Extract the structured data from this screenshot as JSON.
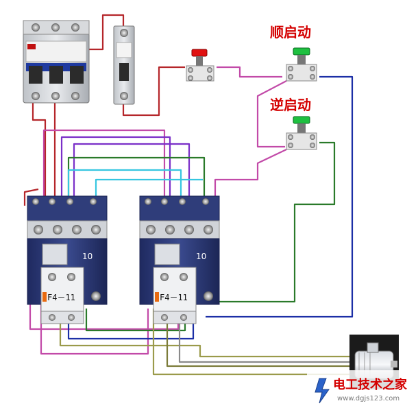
{
  "labels": {
    "forward_start": "顺启动",
    "reverse_start": "逆启动",
    "contactor_left_number": "10",
    "contactor_right_number": "10",
    "aux_block_left": "F4－11",
    "aux_block_right": "F4－11",
    "watermark_name": "电工技术之家",
    "watermark_url": "www.dgjs123.com"
  },
  "colors": {
    "wire_red": "#b5262a",
    "wire_magenta": "#c24aa8",
    "wire_purple": "#7a2fc8",
    "wire_blue": "#1c2fa6",
    "wire_green": "#2a7a2a",
    "wire_cyan": "#36c6e0",
    "wire_olive": "#9a9a4a",
    "contactor_blue": "#2f3d7a",
    "button_red": "#e01010",
    "button_green": "#1ec040",
    "label_red": "#d40000"
  }
}
